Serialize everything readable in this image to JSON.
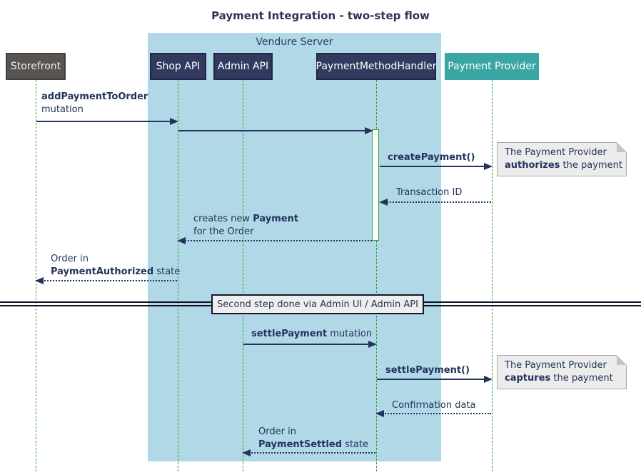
{
  "title": "Payment Integration - two-step flow",
  "frame": {
    "label": "Vendure Server"
  },
  "participants": {
    "storefront": "Storefront",
    "shop_api": "Shop API",
    "admin_api": "Admin API",
    "handler": "PaymentMethodHandler",
    "provider": "Payment Provider"
  },
  "messages": {
    "add_payment": {
      "name": "addPaymentToOrder",
      "suffix": "mutation"
    },
    "create_payment": {
      "name": "createPayment()"
    },
    "transaction_id": {
      "text": "Transaction ID"
    },
    "creates_payment": {
      "prefix": "creates new ",
      "name": "Payment",
      "suffix": "for the Order"
    },
    "authorized_state": {
      "prefix": "Order in",
      "name": "PaymentAuthorized",
      "suffix": " state"
    },
    "settle_mutation": {
      "name": "settlePayment",
      "suffix": " mutation"
    },
    "settle_call": {
      "name": "settlePayment()"
    },
    "confirmation": {
      "text": "Confirmation data"
    },
    "settled_state": {
      "prefix": "Order in",
      "name": "PaymentSettled",
      "suffix": " state"
    }
  },
  "notes": {
    "authorize": {
      "line1": "The Payment Provider",
      "bold": "authorizes",
      "rest": " the payment"
    },
    "capture": {
      "line1": "The Payment Provider",
      "bold": "captures",
      "rest": " the payment"
    }
  },
  "divider": {
    "label": "Second step done via Admin UI / Admin API"
  },
  "colors": {
    "participant_navy": "#333A60",
    "participant_gray": "#575452",
    "participant_teal": "#3AA6A4",
    "frame_fill": "#B0D8E6",
    "lifeline_green": "#2FA12F",
    "arrow_navy": "#24335E",
    "note_fill": "#ECECEC",
    "title_navy": "#2D3454"
  }
}
